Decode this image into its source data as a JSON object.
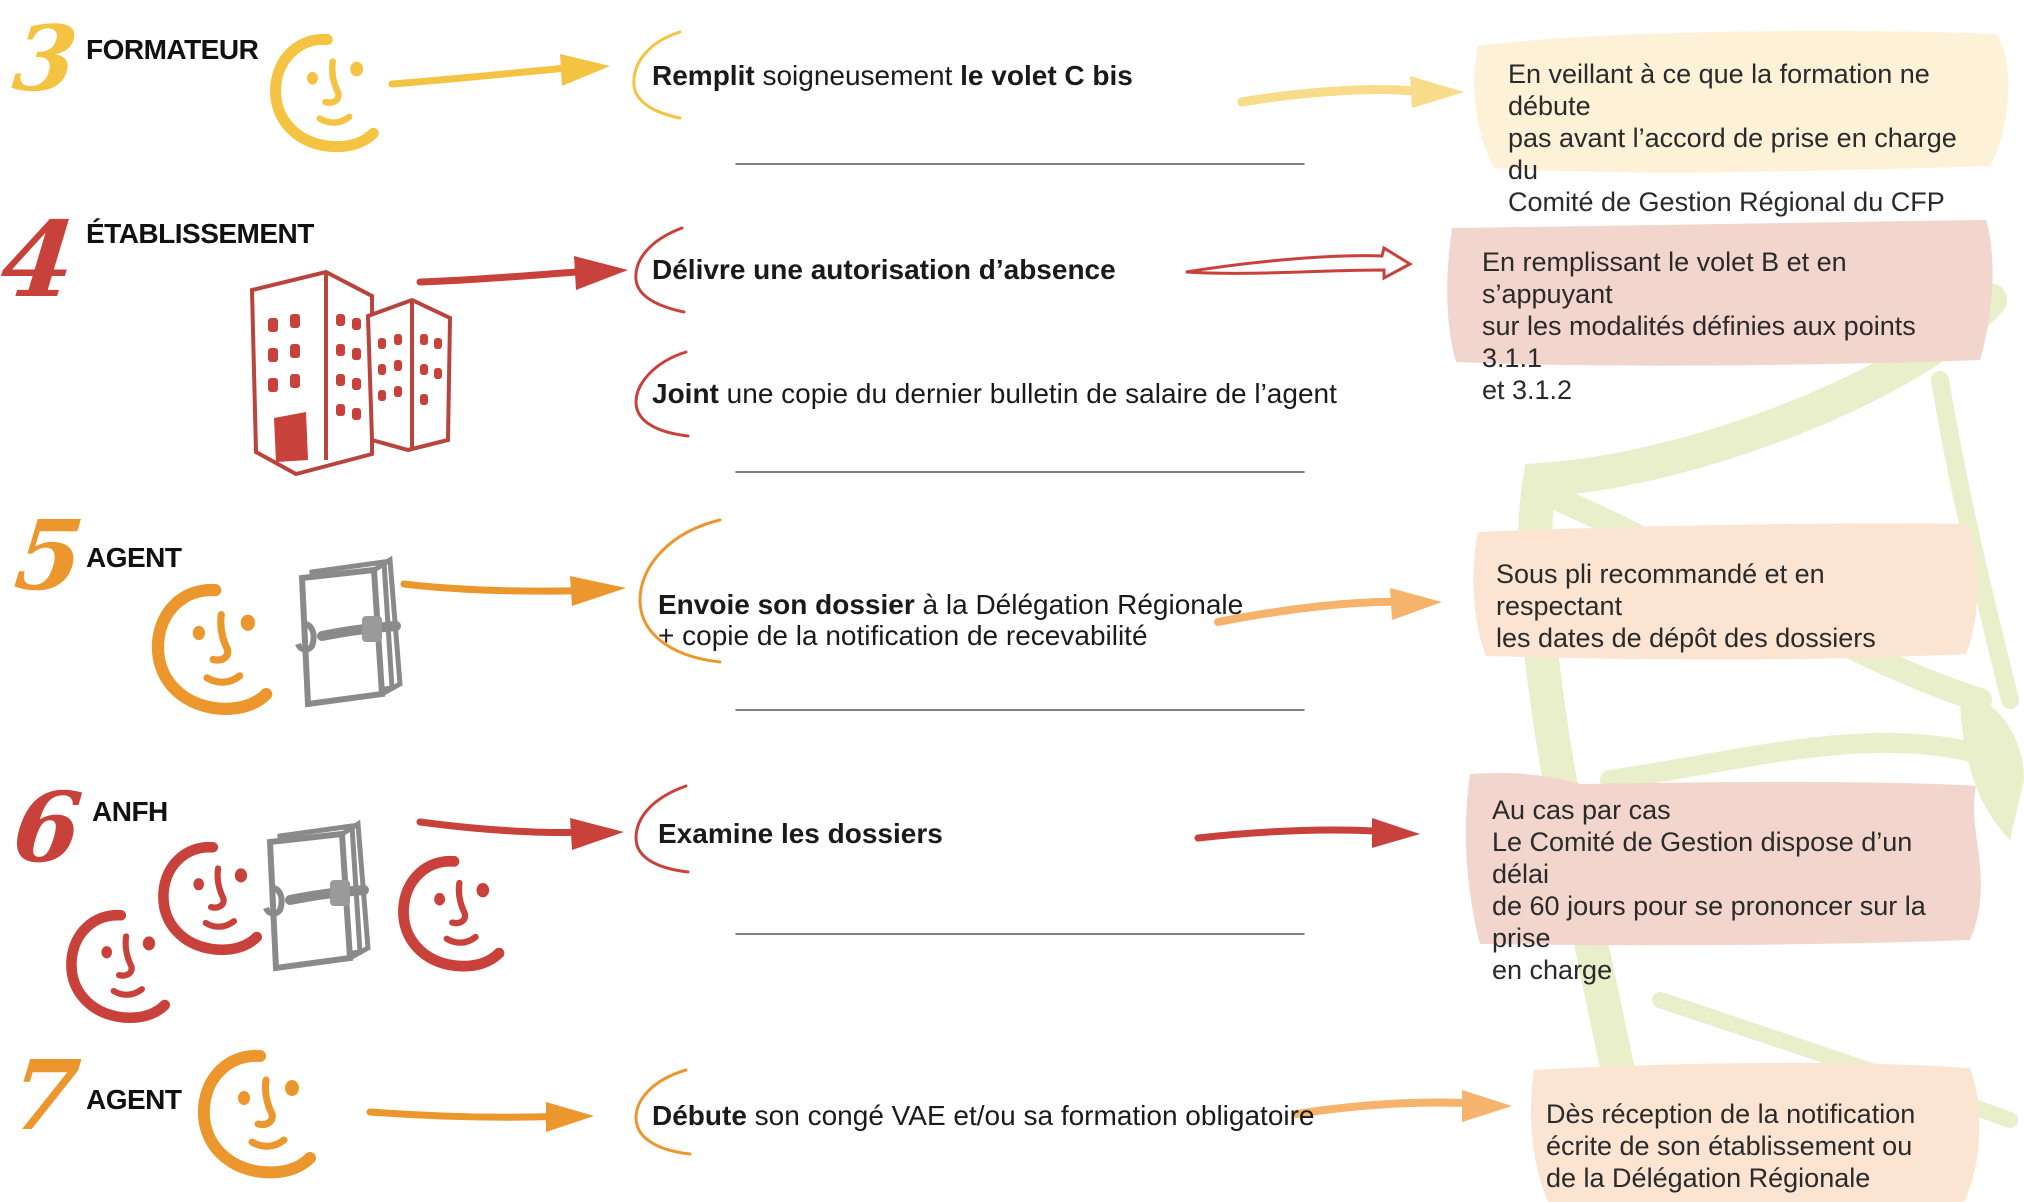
{
  "colors": {
    "yellow": "#f5c342",
    "red": "#c8413b",
    "orange": "#ec962e",
    "light_orange": "#f5b36c",
    "note_yellow": "#fdf1d8",
    "note_pink": "#f2d5cc",
    "note_peach": "#fce4d2",
    "divider": "#555555",
    "background_leaf": "#e8edc9"
  },
  "steps": [
    {
      "number": "3",
      "actor": "FORMATEUR",
      "actions": [
        {
          "bold1": "Remplit",
          "text1": " soigneusement ",
          "bold2": "le volet C bis",
          "text2": ""
        }
      ],
      "note": "En veillant à ce que la formation ne débute\npas avant l’accord de prise en charge du\nComité de Gestion Régional du CFP",
      "icons": [
        "face-icon"
      ]
    },
    {
      "number": "4",
      "actor": "ÉTABLISSEMENT",
      "actions": [
        {
          "bold1": "Délivre une autorisation d’absence",
          "text1": "",
          "bold2": "",
          "text2": ""
        },
        {
          "bold1": "Joint",
          "text1": " une copie du dernier bulletin de salaire de l’agent",
          "bold2": "",
          "text2": ""
        }
      ],
      "note": "En remplissant le volet B et en s’appuyant\nsur les modalités définies aux points 3.1.1\net 3.1.2",
      "icons": [
        "buildings-icon"
      ]
    },
    {
      "number": "5",
      "actor": "AGENT",
      "actions": [
        {
          "bold1": "Envoie son dossier",
          "text1": " à la Délégation Régionale\n+ copie de la notification de recevabilité",
          "bold2": "",
          "text2": ""
        }
      ],
      "note": "Sous pli recommandé et en respectant\nles dates de dépôt des dossiers",
      "icons": [
        "face-icon",
        "folder-icon"
      ]
    },
    {
      "number": "6",
      "actor": "ANFH",
      "actions": [
        {
          "bold1": "Examine les dossiers",
          "text1": "",
          "bold2": "",
          "text2": ""
        }
      ],
      "note": "Au cas par cas\nLe Comité de Gestion dispose d’un délai\nde 60 jours pour se prononcer sur la prise\nen charge",
      "icons": [
        "face-icon",
        "face-icon",
        "folder-icon",
        "face-icon"
      ]
    },
    {
      "number": "7",
      "actor": "AGENT",
      "actions": [
        {
          "bold1": "Débute",
          "text1": " son congé VAE et/ou sa formation obligatoire",
          "bold2": "",
          "text2": ""
        }
      ],
      "note": "Dès réception de la notification\nécrite de son établissement ou\nde la Délégation Régionale",
      "icons": [
        "face-icon"
      ]
    }
  ]
}
